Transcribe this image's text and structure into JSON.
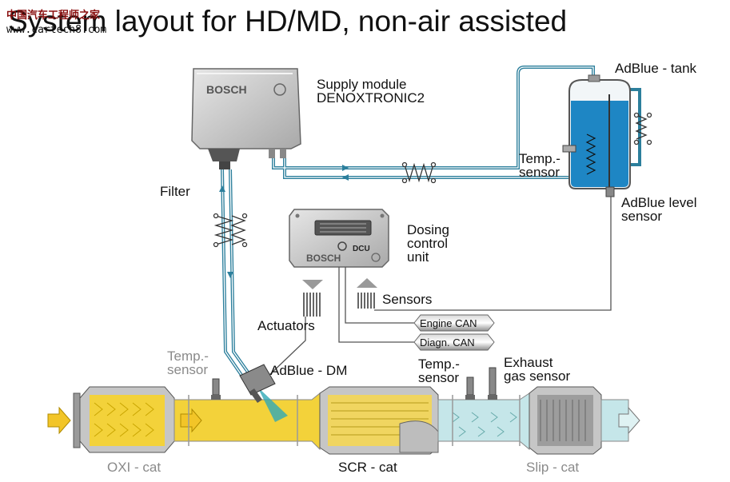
{
  "title": "System layout for HD/MD, non-air assisted",
  "watermark": {
    "line1": "中国汽车工程师之家",
    "line2": "www.cartech8.com"
  },
  "labels": {
    "supply_module": "Supply module\nDENOXTRONIC2",
    "adblue_tank": "AdBlue - tank",
    "temp_sensor_tank": "Temp.-\nsensor",
    "adblue_level_sensor": "AdBlue level\nsensor",
    "filter": "Filter",
    "dcu": "Dosing\ncontrol\nunit",
    "sensors": "Sensors",
    "actuators": "Actuators",
    "engine_can": "Engine CAN",
    "diagn_can": "Diagn. CAN",
    "temp_sensor_left": "Temp.-\nsensor",
    "adblue_dm": "AdBlue - DM",
    "temp_sensor_right": "Temp.-\nsensor",
    "exhaust_gas_sensor": "Exhaust\ngas sensor",
    "oxi_cat": "OXI - cat",
    "scr_cat": "SCR - cat",
    "slip_cat": "Slip - cat"
  },
  "brand": {
    "supply_module": "BOSCH",
    "dcu": "BOSCH",
    "dcu_badge": "DCU"
  },
  "colors": {
    "adblue_line": "#2c7f9c",
    "tank_fill": "#1e86c4",
    "exhaust_hot": "#f3d23a",
    "exhaust_cool": "#bfe4e6",
    "module_grey": "#c9c9c9"
  }
}
